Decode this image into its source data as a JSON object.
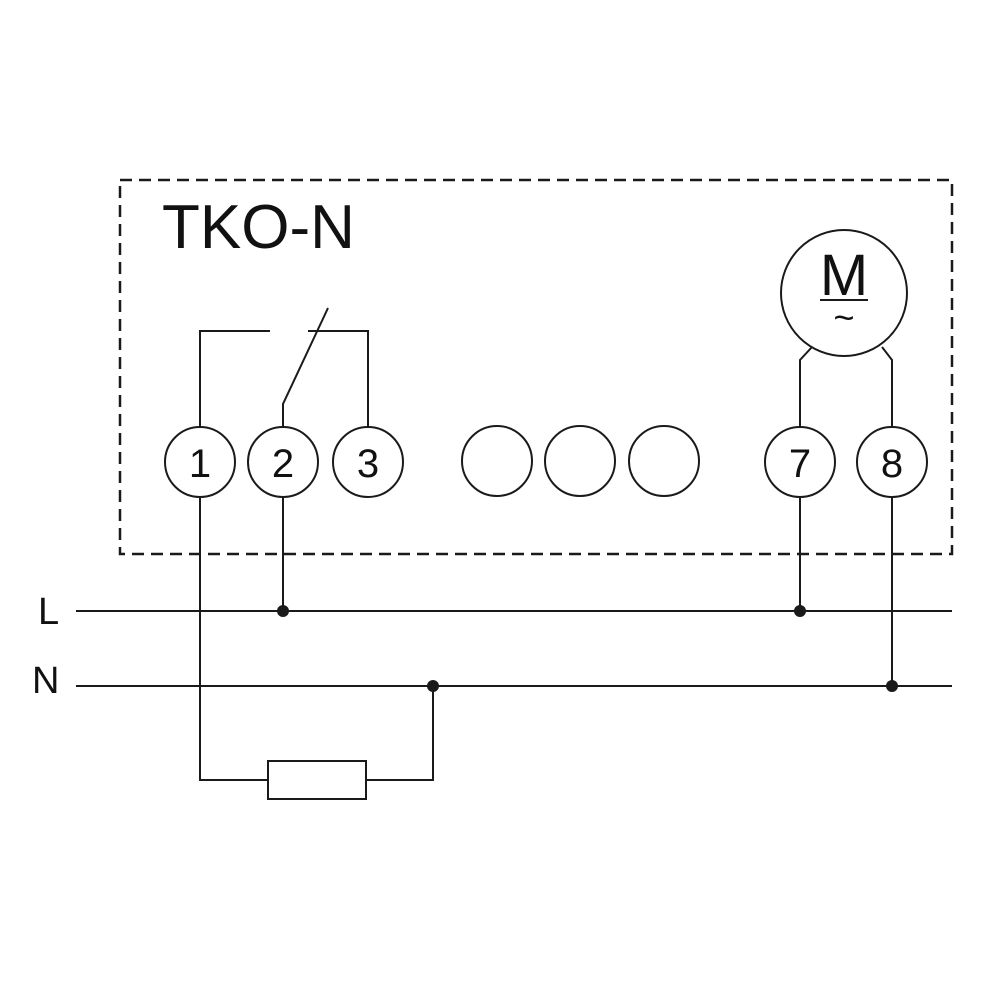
{
  "device": {
    "title": "TKO-N",
    "terminals": [
      {
        "id": "t1",
        "label": "1"
      },
      {
        "id": "t2",
        "label": "2"
      },
      {
        "id": "t3",
        "label": "3"
      },
      {
        "id": "t4",
        "label": ""
      },
      {
        "id": "t5",
        "label": ""
      },
      {
        "id": "t6",
        "label": ""
      },
      {
        "id": "t7",
        "label": "7"
      },
      {
        "id": "t8",
        "label": "8"
      }
    ],
    "motor": {
      "label": "M",
      "symbol": "~"
    }
  },
  "lines": {
    "line_label": "L",
    "neutral_label": "N"
  },
  "icons": {
    "switch": "relay-contact-icon",
    "motor": "ac-motor-icon",
    "load": "resistor-load-icon"
  },
  "colors": {
    "stroke": "#1a1a1a",
    "background": "#ffffff"
  }
}
